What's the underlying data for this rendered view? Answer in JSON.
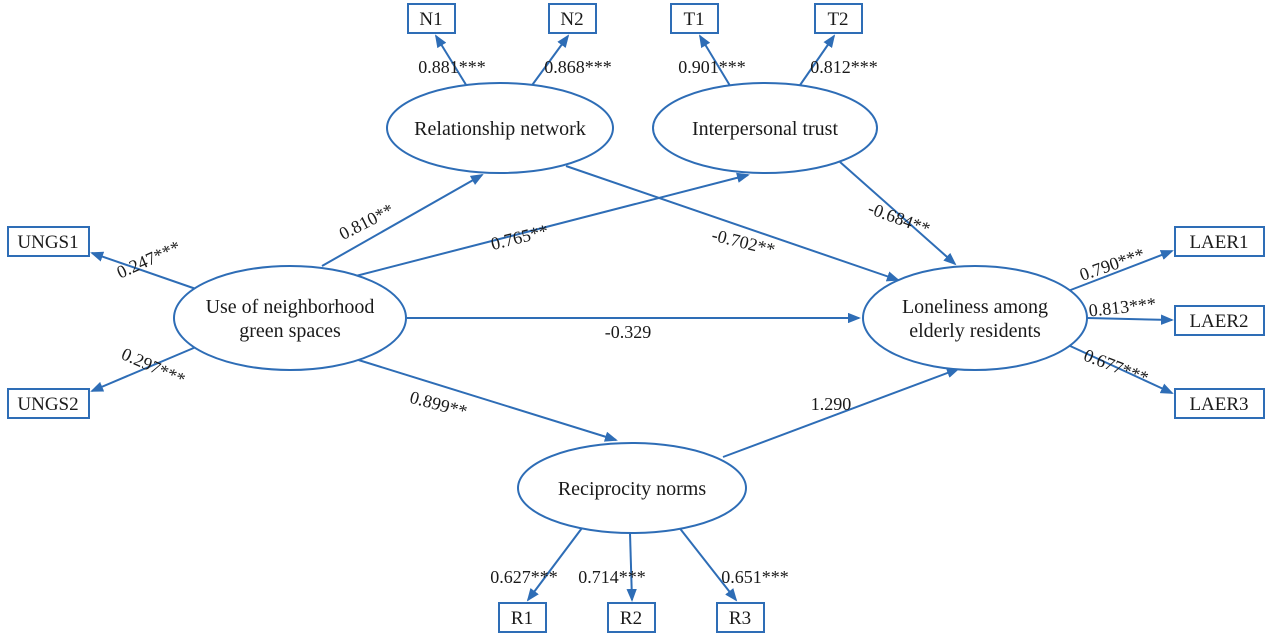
{
  "diagram": {
    "latent": {
      "relationship_network": {
        "label": "Relationship network"
      },
      "interpersonal_trust": {
        "label": "Interpersonal trust"
      },
      "ungs": {
        "line1": "Use of neighborhood",
        "line2": "green spaces"
      },
      "laer": {
        "line1": "Loneliness among",
        "line2": "elderly residents"
      },
      "reciprocity": {
        "label": "Reciprocity norms"
      }
    },
    "indicators": {
      "n1": {
        "label": "N1",
        "loading": "0.881***"
      },
      "n2": {
        "label": "N2",
        "loading": "0.868***"
      },
      "t1": {
        "label": "T1",
        "loading": "0.901***"
      },
      "t2": {
        "label": "T2",
        "loading": "0.812***"
      },
      "ungs1": {
        "label": "UNGS1",
        "loading": "0.247***"
      },
      "ungs2": {
        "label": "UNGS2",
        "loading": "0.297***"
      },
      "laer1": {
        "label": "LAER1",
        "loading": "0.790***"
      },
      "laer2": {
        "label": "LAER2",
        "loading": "0.813***"
      },
      "laer3": {
        "label": "LAER3",
        "loading": "0.677***"
      },
      "r1": {
        "label": "R1",
        "loading": "0.627***"
      },
      "r2": {
        "label": "R2",
        "loading": "0.714***"
      },
      "r3": {
        "label": "R3",
        "loading": "0.651***"
      }
    },
    "structural_paths": {
      "ungs_to_relationship_network": "0.810**",
      "ungs_to_interpersonal_trust": "0.765**",
      "relationship_network_to_laer": "-0.702**",
      "interpersonal_trust_to_laer": "-0.684**",
      "ungs_to_laer": "-0.329",
      "ungs_to_reciprocity": "0.899**",
      "reciprocity_to_laer": "1.290"
    },
    "colors": {
      "shape_stroke": "#2e6db6",
      "text": "#1a1a1a",
      "background": "#ffffff"
    }
  }
}
